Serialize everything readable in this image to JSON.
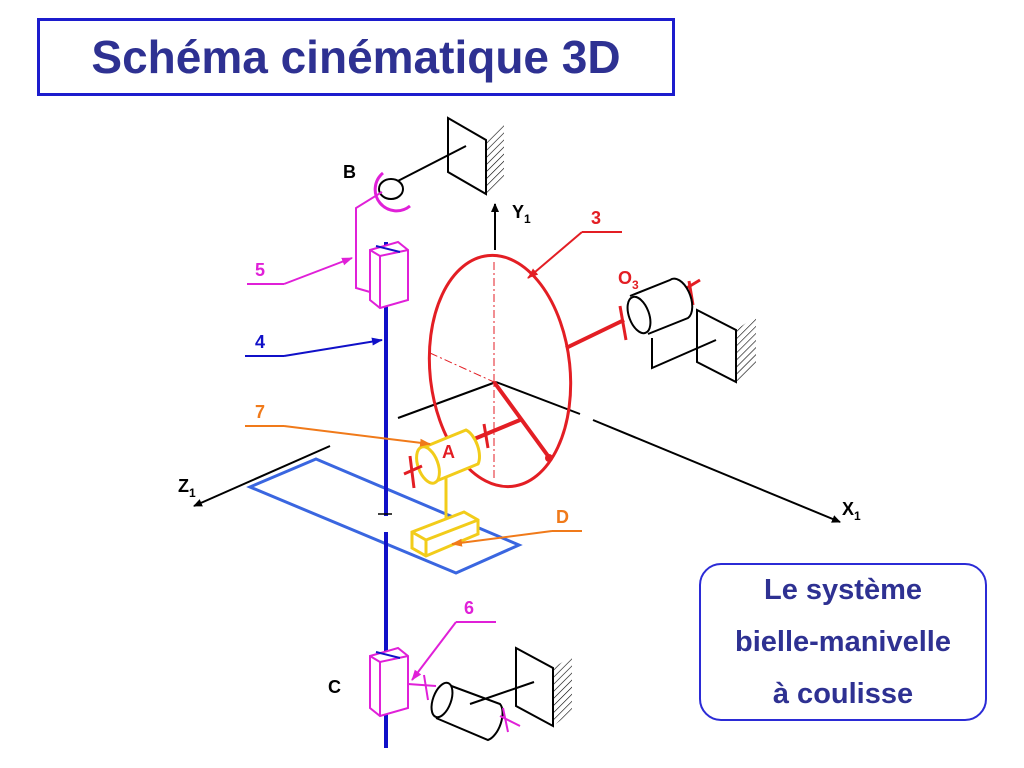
{
  "title": "Schéma cinématique 3D",
  "info": {
    "line1": "Le système",
    "line2": "bielle-manivelle",
    "line3": "à coulisse"
  },
  "labels": {
    "B": "B",
    "C": "C",
    "A": "A",
    "D": "D",
    "Y": "Y",
    "Y_sub": "1",
    "X": "X",
    "X_sub": "1",
    "Z": "Z",
    "Z_sub": "1",
    "O": "O",
    "O_sub": "3",
    "n3": "3",
    "n4": "4",
    "n5": "5",
    "n6": "6",
    "n7": "7"
  },
  "colors": {
    "title_blue": "#2e3192",
    "frame_blue": "#1c1ccd",
    "shaft_blue": "#1010c8",
    "plane_blue": "#3a66e0",
    "red": "#e31e24",
    "magenta": "#e020d8",
    "orange": "#f07a1a",
    "yellow": "#f2cc1a",
    "black": "#000000"
  }
}
